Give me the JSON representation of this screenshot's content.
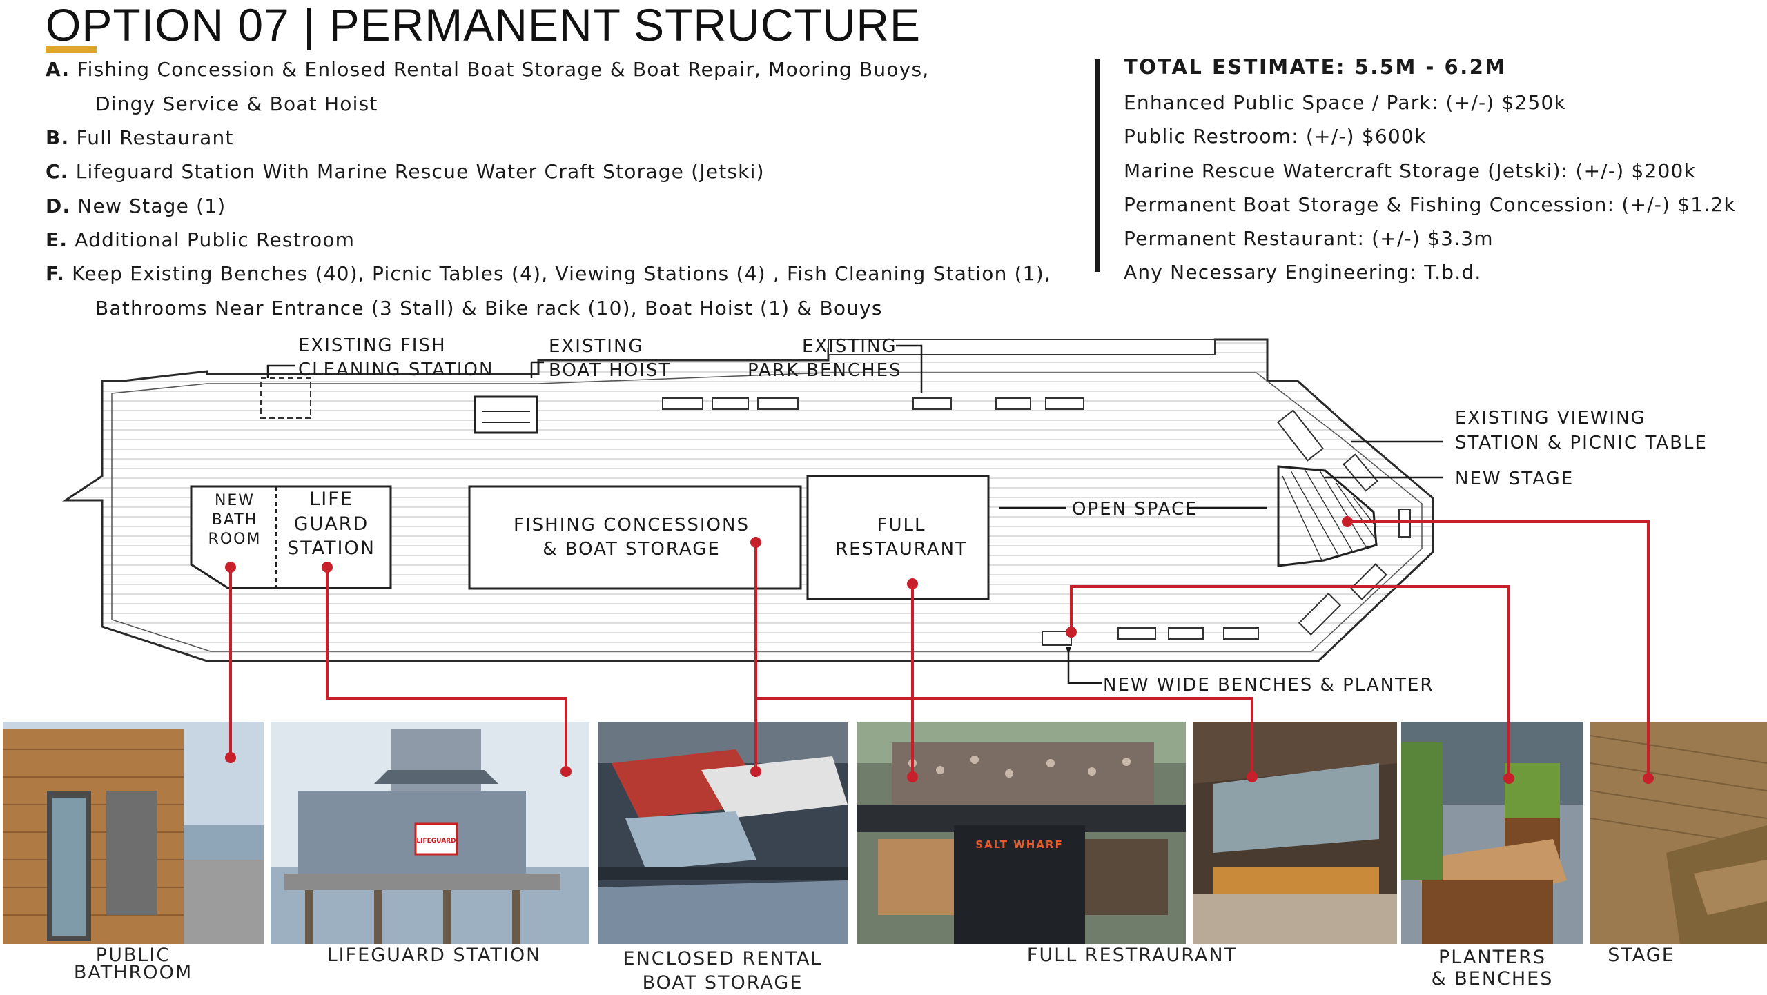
{
  "title": "OPTION 07 | PERMANENT STRUCTURE",
  "scope": [
    {
      "letter": "A.",
      "text": "Fishing Concession & Enlosed Rental Boat Storage & Boat Repair, Mooring Buoys,",
      "cont": "Dingy Service & Boat Hoist"
    },
    {
      "letter": "B.",
      "text": "Full Restaurant"
    },
    {
      "letter": "C.",
      "text": "Lifeguard Station With Marine Rescue Water Craft Storage (Jetski)"
    },
    {
      "letter": "D.",
      "text": "New Stage (1)"
    },
    {
      "letter": "E.",
      "text": "Additional Public Restroom"
    },
    {
      "letter": "F.",
      "text": "Keep Existing Benches (40), Picnic Tables (4), Viewing Stations (4) , Fish Cleaning Station (1),",
      "cont": "Bathrooms Near Entrance (3 Stall) & Bike rack (10), Boat Hoist (1) & Bouys"
    }
  ],
  "estimate": {
    "title": "TOTAL ESTIMATE: 5.5M - 6.2M",
    "items": [
      "Enhanced Public Space / Park: (+/-) $250k",
      "Public Restroom: (+/-) $600k",
      "Marine Rescue Watercraft Storage (Jetski): (+/-) $200k",
      "Permanent Boat Storage & Fishing Concession: (+/-) $1.2k",
      "Permanent Restaurant: (+/-) $3.3m",
      "Any Necessary Engineering: T.b.d."
    ]
  },
  "plan_labels": {
    "fish_cleaning": [
      "EXISTING FISH",
      "CLEANING STATION"
    ],
    "boat_hoist": [
      "EXISTING",
      "BOAT HOIST"
    ],
    "park_benches": [
      "EXISTING",
      "PARK BENCHES"
    ],
    "viewing_station": [
      "EXISTING VIEWING",
      "STATION & PICNIC TABLE"
    ],
    "new_stage": "NEW STAGE",
    "open_space": "OPEN SPACE",
    "new_bath": [
      "NEW",
      "BATH",
      "ROOM"
    ],
    "lifeguard": [
      "LIFE",
      "GUARD",
      "STATION"
    ],
    "fishing": [
      "FISHING CONCESSIONS",
      "& BOAT STORAGE"
    ],
    "restaurant": [
      "FULL",
      "RESTAURANT"
    ],
    "benches_planter": "NEW WIDE BENCHES & PLANTER"
  },
  "photo_text": {
    "lifeguard_sign": "LIFEGUARD",
    "salt_wharf": "SALT WHARF"
  },
  "captions": {
    "public_bathroom": [
      "PUBLIC",
      "BATHROOM"
    ],
    "lifeguard_station": "LIFEGUARD STATION",
    "boat_storage": [
      "ENCLOSED RENTAL",
      "BOAT STORAGE"
    ],
    "full_restaurant": "FULL RESTRAURANT",
    "planters": [
      "PLANTERS",
      "& BENCHES"
    ],
    "stage": "STAGE"
  },
  "colors": {
    "accent_bar": "#e0a52b",
    "leader_lines": "#c8202b",
    "text": "#1a1a1a"
  }
}
